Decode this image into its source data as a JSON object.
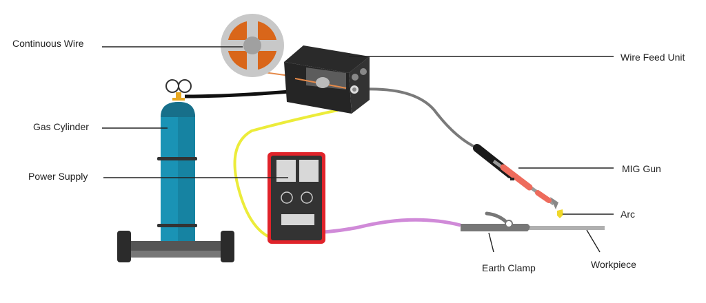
{
  "title": "MIG Welding Setup",
  "labels": {
    "continuous_wire": "Continuous Wire",
    "gas_cylinder": "Gas Cylinder",
    "power_supply": "Power Supply",
    "wire_feed_unit": "Wire Feed Unit",
    "mig_gun": "MIG Gun",
    "arc": "Arc",
    "earth_clamp": "Earth Clamp",
    "workpiece": "Workpiece"
  },
  "colors": {
    "spool_orange": "#d9661a",
    "spool_gray": "#c8c8c8",
    "cylinder_blue": "#1a93b5",
    "power_red": "#e0232a",
    "earth_cable_pink": "#d08ad8",
    "feed_cable_yellow": "#ecec3a",
    "gun_red": "#ee6b5c"
  }
}
